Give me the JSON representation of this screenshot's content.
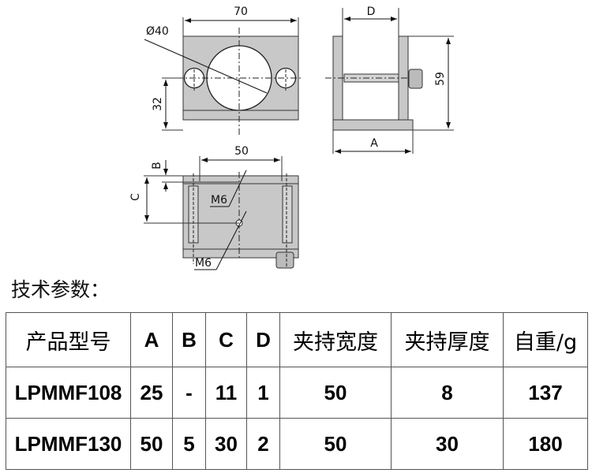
{
  "drawing": {
    "front_view": {
      "width_label": "70",
      "hole_label": "Ø40",
      "height_label": "32"
    },
    "side_view": {
      "depth_label": "D",
      "height_label": "59",
      "base_label": "A"
    },
    "top_view": {
      "spacing_label": "50",
      "b_label": "B",
      "c_label": "C",
      "thread_top_label": "M6",
      "thread_bottom_label": "M6"
    }
  },
  "spec_title": "技术参数：",
  "table": {
    "headers": [
      "产品型号",
      "A",
      "B",
      "C",
      "D",
      "夹持宽度",
      "夹持厚度",
      "自重/g"
    ],
    "rows": [
      [
        "LPMMF108",
        "25",
        "-",
        "11",
        "1",
        "50",
        "8",
        "137"
      ],
      [
        "LPMMF130",
        "50",
        "5",
        "30",
        "2",
        "50",
        "30",
        "180"
      ]
    ]
  }
}
